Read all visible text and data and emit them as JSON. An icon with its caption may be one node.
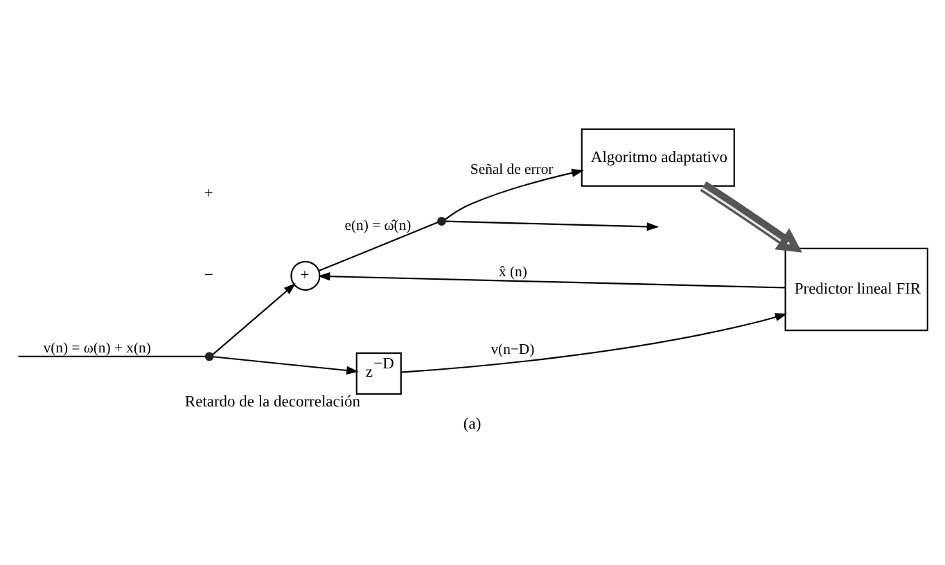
{
  "diagram": {
    "caption": "(a)",
    "nodes": [
      {
        "text": [],
        "shape": "point"
      },
      {
        "text": [
          "+"
        ]
      },
      {
        "text": [],
        "shape": "point"
      },
      {
        "text": [
          "z$^{−D}$"
        ],
        "beside": [
          "Retardo de la decorrelación"
        ]
      },
      {
        "text": [
          "Predictor lineal FIR"
        ]
      },
      {
        "text": [
          "Algoritmo adaptativo"
        ]
      }
    ],
    "edges": [
      {
        "from": null,
        "to": 0,
        "arrow": "none",
        "label": "v(n) = ω(n) + x(n)"
      },
      {
        "from": 0,
        "to": 1,
        "arrow": "to"
      },
      {
        "from": 1,
        "to": 2,
        "arrow": "none",
        "label": "e(n) = ω̂(n)"
      },
      {
        "from": 2,
        "to": null,
        "arrow": "to"
      },
      {
        "from": 0,
        "to": 3,
        "arrow": "to"
      },
      {
        "from": 3,
        "to": 4,
        "arrow": "to",
        "label": "v(n−D)"
      },
      {
        "from": 4,
        "to": 1,
        "arrow": "to",
        "label": "x̂ (n)"
      },
      {
        "from": 2,
        "to": 5,
        "arrow": "to",
        "label": "Señal de error"
      },
      {
        "from": 5,
        "to": 4,
        "arrow": "to",
        "style": "thick"
      }
    ],
    "labels": [
      "+",
      "−"
    ]
  }
}
